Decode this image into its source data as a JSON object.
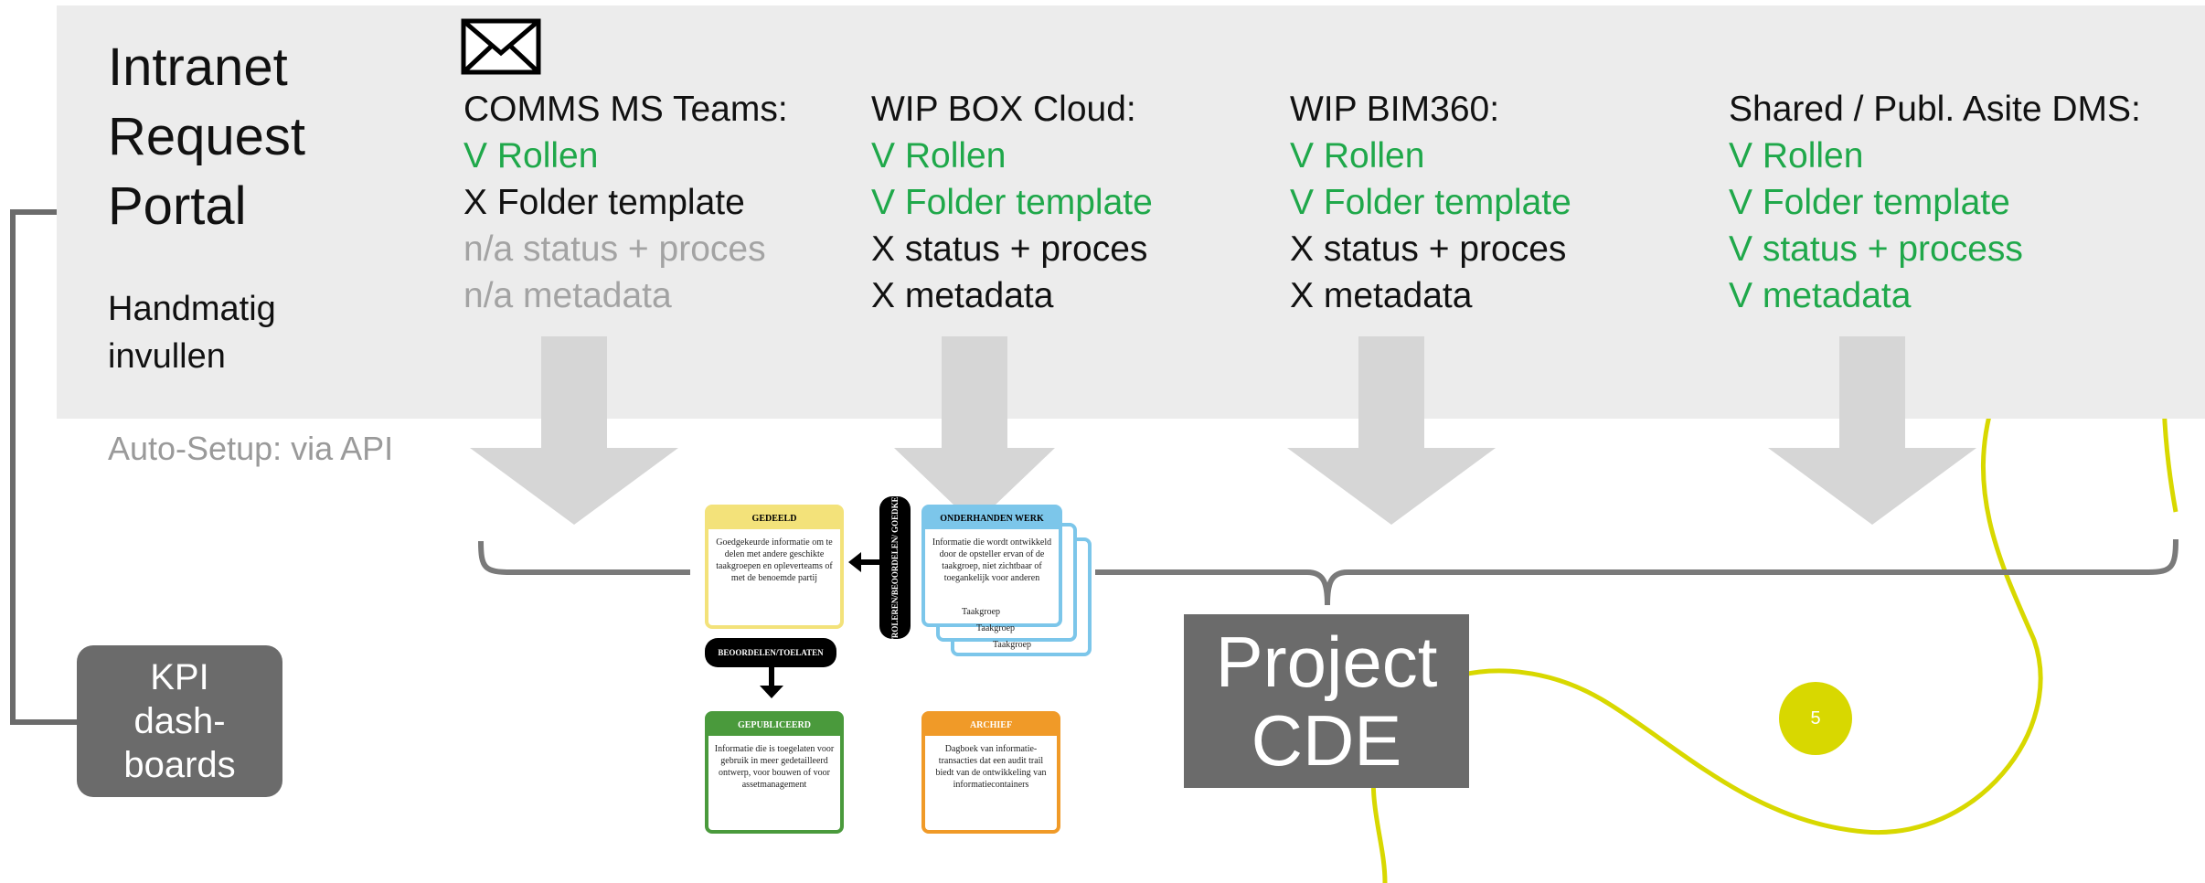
{
  "portal": {
    "title_lines": [
      "Intranet",
      "Request",
      "Portal"
    ],
    "subtitle_lines": [
      "Handmatig",
      "invullen"
    ],
    "auto_setup": "Auto-Setup: via API"
  },
  "columns": [
    {
      "heading": "COMMS MS Teams:",
      "items": [
        {
          "text": "V Rollen",
          "state": "green"
        },
        {
          "text": "X Folder template",
          "state": "black"
        },
        {
          "text": "n/a status + proces",
          "state": "gray"
        },
        {
          "text": "n/a metadata",
          "state": "gray"
        }
      ]
    },
    {
      "heading": "WIP BOX Cloud:",
      "items": [
        {
          "text": "V Rollen",
          "state": "green"
        },
        {
          "text": "V Folder template",
          "state": "green"
        },
        {
          "text": "X status + proces",
          "state": "black"
        },
        {
          "text": "X metadata",
          "state": "black"
        }
      ]
    },
    {
      "heading": "WIP BIM360:",
      "items": [
        {
          "text": "V Rollen",
          "state": "green"
        },
        {
          "text": "V Folder template",
          "state": "green"
        },
        {
          "text": "X status + proces",
          "state": "black"
        },
        {
          "text": "X metadata",
          "state": "black"
        }
      ]
    },
    {
      "heading": "Shared / Publ. Asite DMS:",
      "items": [
        {
          "text": "V Rollen",
          "state": "green"
        },
        {
          "text": "V Folder template",
          "state": "green"
        },
        {
          "text": "V status + process",
          "state": "green"
        },
        {
          "text": "V metadata",
          "state": "green"
        }
      ]
    }
  ],
  "kpi_lines": [
    "KPI",
    "dash-",
    "boards"
  ],
  "cde_lines": [
    "Project",
    "CDE"
  ],
  "page_number": "5",
  "lifecycle": {
    "gedeeld": {
      "title": "GEDEELD",
      "body": "Goedgekeurde informatie om te delen met andere geschikte taakgroepen en opleverteams of met de benoemde partij"
    },
    "onderhanden": {
      "title": "ONDERHANDEN WERK",
      "body": "Informatie die wordt ontwikkeld door de opsteller ervan of de taakgroep, niet zichtbaar of toegankelijk voor anderen"
    },
    "taakgroep": [
      "Taakgroep",
      "Taakgroep",
      "Taakgroep"
    ],
    "controleren": "CONTROLEREN/BEOORDELEN/ GOEDKEUREN",
    "beoordelen": "BEOORDELEN/TOELATEN",
    "gepubliceerd": {
      "title": "GEPUBLICEERD",
      "body": "Informatie die is toegelaten voor gebruik in meer gedetailleerd ontwerp, voor bouwen of voor assetmanagement"
    },
    "archief": {
      "title": "ARCHIEF",
      "body": "Dagboek van informatie-transacties dat een audit trail biedt van de ontwikkeling van informatiecontainers"
    }
  },
  "colors": {
    "panel": "#ececec",
    "green": "#1fa84a",
    "gray_text": "#a3a3a3",
    "box": "#6b6b6b",
    "arrow": "#d6d6d6",
    "yellow_curve": "#d8d800",
    "gedeeld": "#f3e27a",
    "onderhanden": "#7cc6ea",
    "gepubliceerd": "#4a9a3c",
    "archief": "#f09a28"
  },
  "icons": {
    "mail": "envelope-icon"
  }
}
